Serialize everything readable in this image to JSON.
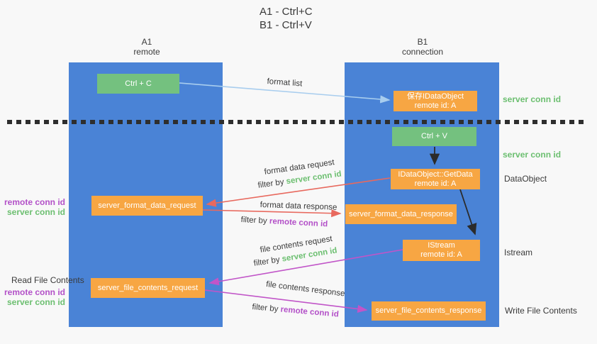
{
  "title": {
    "line1": "A1 - Ctrl+C",
    "line2": "B1 - Ctrl+V"
  },
  "lanes": {
    "a1": {
      "title": "A1",
      "subtitle": "remote"
    },
    "b1": {
      "title": "B1",
      "subtitle": "connection"
    }
  },
  "nodes": {
    "ctrl_c": {
      "label": "Ctrl + C"
    },
    "save_idataobject": {
      "line1": "保存IDataObject",
      "line2": "remote id: A"
    },
    "ctrl_v": {
      "label": "Ctrl + V"
    },
    "getdata": {
      "line1": "IDataObject::GetData",
      "line2": "remote id: A"
    },
    "istream": {
      "line1": "IStream",
      "line2": "remote id: A"
    },
    "server_format_data_request": {
      "label": "server_format_data_request"
    },
    "server_format_data_response": {
      "label": "server_format_data_response"
    },
    "server_file_contents_request": {
      "label": "server_file_contents_request"
    },
    "server_file_contents_response": {
      "label": "server_file_contents_response"
    }
  },
  "left_labels": {
    "remote_conn_id_1": "remote conn id",
    "server_conn_id_1": "server conn id",
    "read_file_contents": "Read File Contents",
    "remote_conn_id_2": "remote conn id",
    "server_conn_id_2": "server conn id"
  },
  "right_labels": {
    "server_conn_id_1": "server conn id",
    "server_conn_id_2": "server conn id",
    "dataobject": "DataObject",
    "istream": "Istream",
    "write_file_contents": "Write File Contents"
  },
  "flow_labels": {
    "format_list": "format list",
    "format_data_request": "format data request",
    "format_data_response": "format data response",
    "file_contents_request": "file contents request",
    "file_contents_response": "file contents response",
    "filter_by": "filter by",
    "server_conn_id": "server conn id",
    "remote_conn_id": "remote conn id"
  },
  "colors": {
    "background": "#f8f8f8",
    "lane_blue": "#4a83d6",
    "node_green": "#74c17f",
    "node_orange": "#f7a643",
    "arrow_light_blue": "#a8cdee",
    "arrow_red": "#e8695e",
    "arrow_purple": "#c155c8",
    "arrow_black": "#2b2b2b",
    "text_green": "#6cbf70",
    "text_purple": "#b350c8",
    "text_dark": "#3a3a3a"
  }
}
